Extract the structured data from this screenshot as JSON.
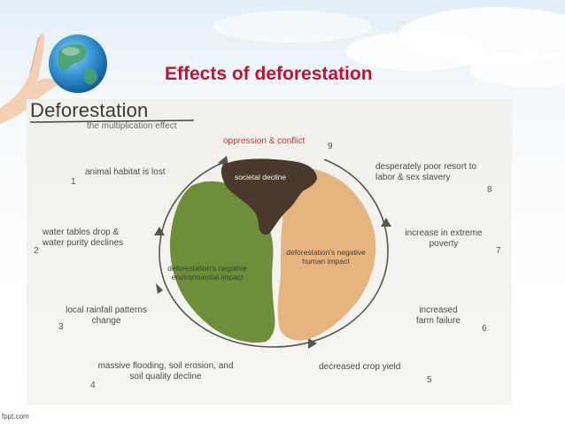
{
  "slide": {
    "title": "Effects of deforestation",
    "footer": "fppt.com"
  },
  "diagram": {
    "heading": "Deforestation",
    "subheading": "the multiplication effect",
    "center": {
      "top": "societal decline",
      "left": "deforestation's negative environmental impact",
      "right": "deforestation's negative human impact"
    },
    "effects": [
      {
        "num": "1",
        "text": "animal habitat is lost"
      },
      {
        "num": "2",
        "text": "water tables drop & water purity declines"
      },
      {
        "num": "3",
        "text": "local rainfall patterns change"
      },
      {
        "num": "4",
        "text": "massive flooding, soil erosion, and soil quality decline"
      },
      {
        "num": "5",
        "text": "decreased crop yield"
      },
      {
        "num": "6",
        "text": "increased farm failure"
      },
      {
        "num": "7",
        "text": "increase in extreme poverty"
      },
      {
        "num": "8",
        "text": "desperately poor resort to labor & sex slavery"
      },
      {
        "num": "9",
        "text": "oppression & conflict"
      }
    ],
    "colors": {
      "environmental": "#6e8f3a",
      "human": "#e6b57f",
      "societal": "#4b3a2c",
      "title": "#c8102e",
      "accent_text": "#c0392b"
    }
  }
}
